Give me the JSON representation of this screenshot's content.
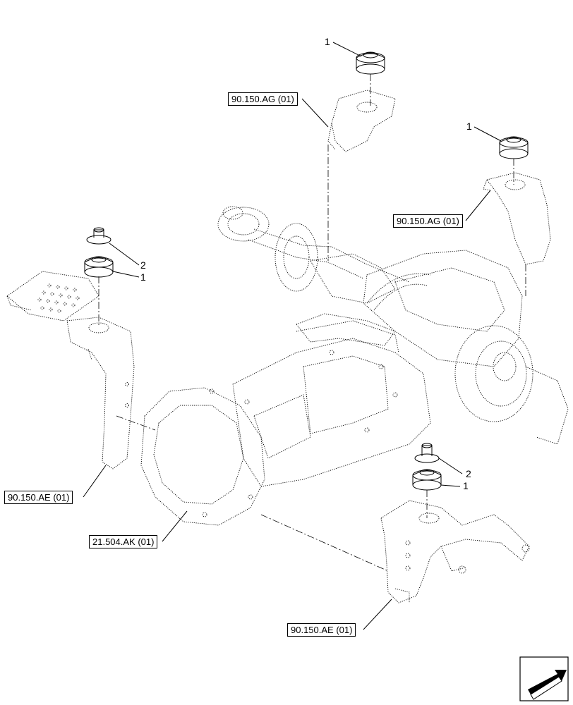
{
  "references": {
    "ag_top": "90.150.AG (01)",
    "ag_right": "90.150.AG (01)",
    "ae_left": "90.150.AE (01)",
    "ak_center": "21.504.AK (01)",
    "ae_bottom": "90.150.AE (01)"
  },
  "callouts": {
    "top_mount_1": "1",
    "right_mount_1": "1",
    "left_washer_2": "2",
    "left_mount_1": "1",
    "bottom_washer_2": "2",
    "bottom_mount_1": "1"
  },
  "icons": {
    "nav": "arrow-navigation-icon"
  }
}
